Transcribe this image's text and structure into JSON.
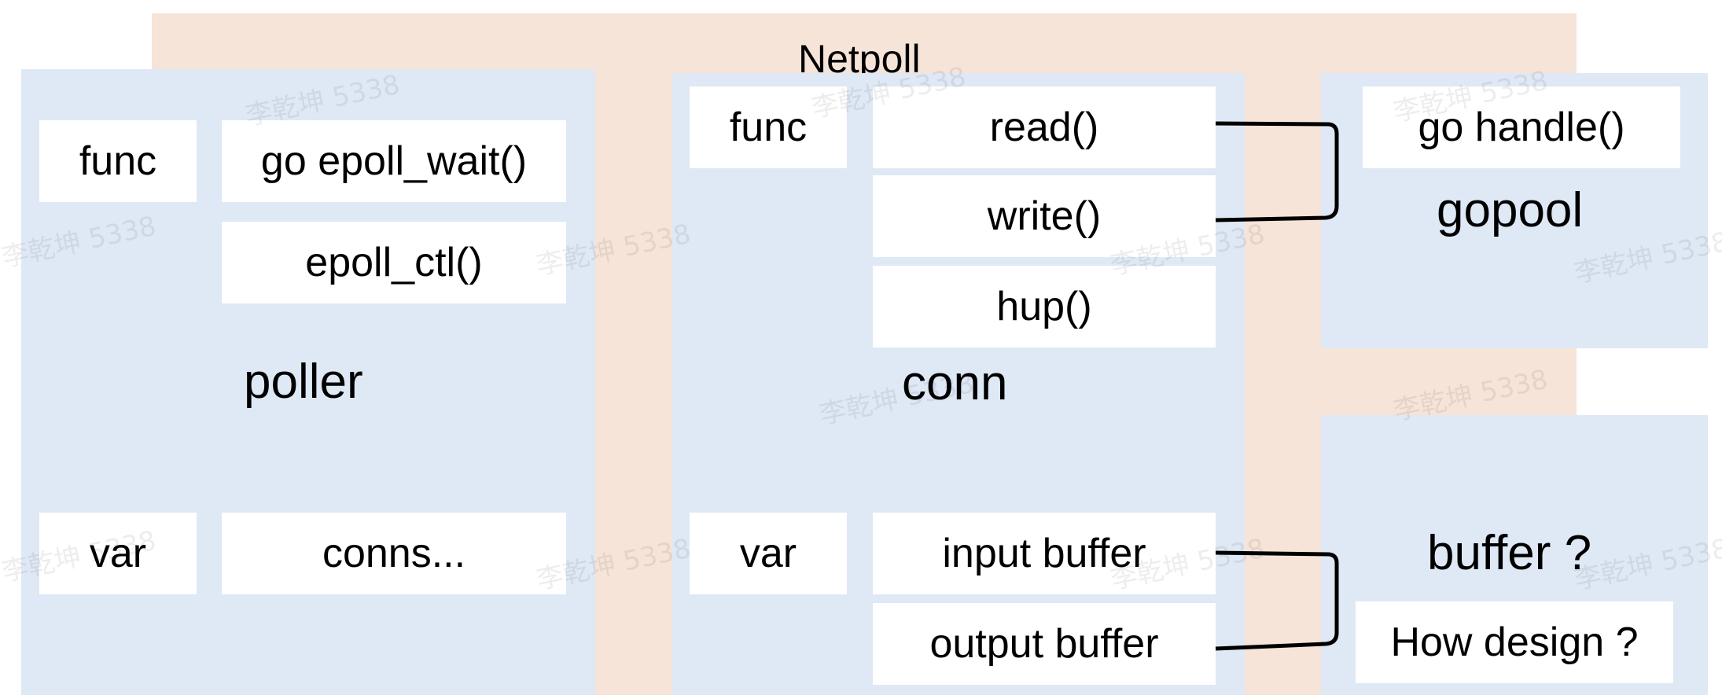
{
  "netpoll": {
    "title": "Netpoll"
  },
  "poller": {
    "label": "poller",
    "func_label": "func",
    "funcs": [
      "go epoll_wait()",
      "epoll_ctl()"
    ],
    "var_label": "var",
    "vars": [
      "conns..."
    ]
  },
  "conn": {
    "label": "conn",
    "func_label": "func",
    "funcs": [
      "read()",
      "write()",
      "hup()"
    ],
    "var_label": "var",
    "vars": [
      "input buffer",
      "output buffer"
    ]
  },
  "gopool": {
    "label": "gopool",
    "item": "go handle()"
  },
  "buffer_design": {
    "label": "buffer ?",
    "item": "How design ?"
  },
  "watermark_text": "李乾坤 5338",
  "colors": {
    "netpoll_bg": "#f6e4d8",
    "panel_bg": "#dfe8f5",
    "box_bg": "#ffffff",
    "connector": "#000000"
  }
}
